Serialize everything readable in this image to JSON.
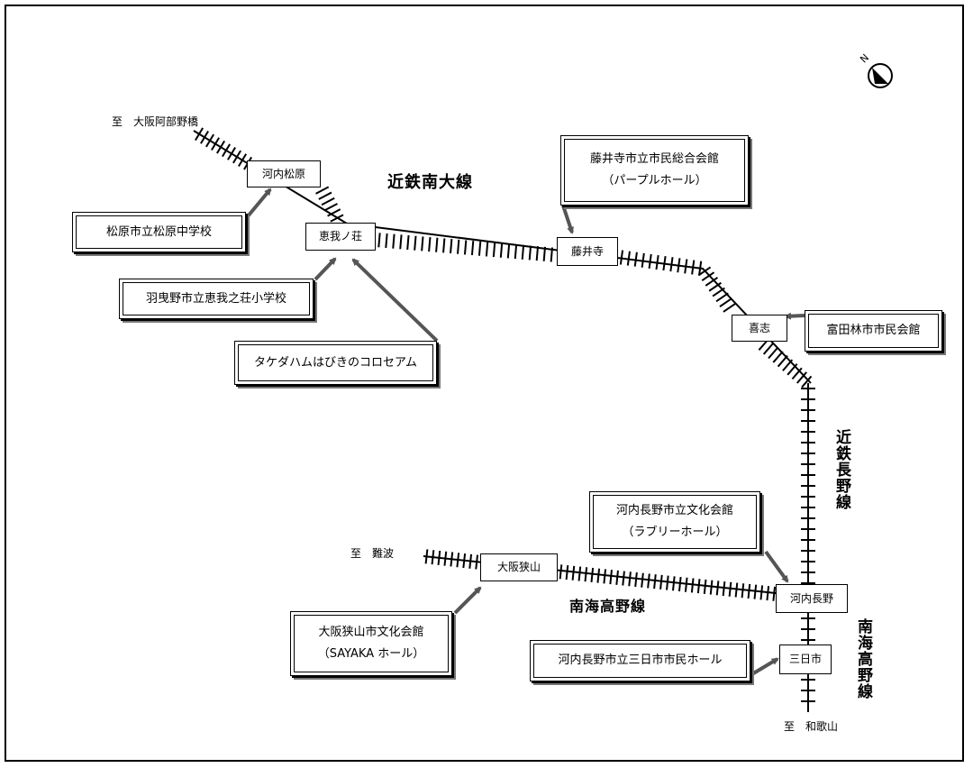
{
  "destinations": {
    "abeno": "至　大阪阿部野橋",
    "namba": "至　難波",
    "wakayama": "至　和歌山"
  },
  "lines": {
    "minami_osaka": "近鉄南大線",
    "nagano": "近鉄長野線",
    "nankai_koya_h": "南海高野線",
    "nankai_koya_v": "南海高野線"
  },
  "stations": {
    "kawachi_matsubara": "河内松原",
    "eganosho": "恵我ノ荘",
    "fujiidera": "藤井寺",
    "kishi": "喜志",
    "osakasayama": "大阪狭山",
    "kawachinagano": "河内長野",
    "mikkaichi": "三日市"
  },
  "venues": {
    "matsubara": "松原市立松原中学校",
    "habikino_school": "羽曳野市立恵我之荘小学校",
    "coloseum": "タケダハムはびきのコロセアム",
    "fujiidera_hall_1": "藤井寺市立市民総合会館",
    "fujiidera_hall_2": "（パープルホール）",
    "tondabayashi": "富田林市市民会館",
    "kawachinagano_hall_1": "河内長野市立文化会館",
    "kawachinagano_hall_2": "（ラブリーホール）",
    "sayama_hall_1": "大阪狭山市文化会館",
    "sayama_hall_2": "（SAYAKA ホール）",
    "mikkaichi_hall": "河内長野市立三日市市民ホール"
  },
  "compass": "N"
}
